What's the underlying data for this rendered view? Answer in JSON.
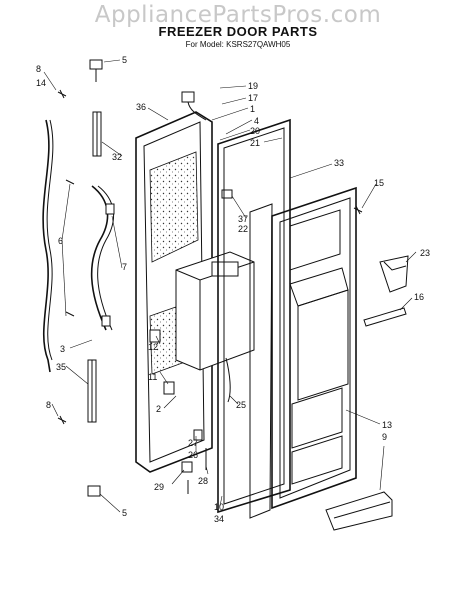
{
  "watermark": "AppliancePartsPros.com",
  "title": "FREEZER DOOR PARTS",
  "subtitle": "For Model: KSRS27QAWH05",
  "parts": [
    "5",
    "8",
    "14",
    "19",
    "17",
    "1",
    "36",
    "4",
    "20",
    "21",
    "32",
    "33",
    "15",
    "37",
    "22",
    "6",
    "23",
    "7",
    "16",
    "3",
    "12",
    "35",
    "11",
    "25",
    "8",
    "2",
    "13",
    "9",
    "27",
    "26",
    "29",
    "28",
    "10",
    "34",
    "5"
  ]
}
